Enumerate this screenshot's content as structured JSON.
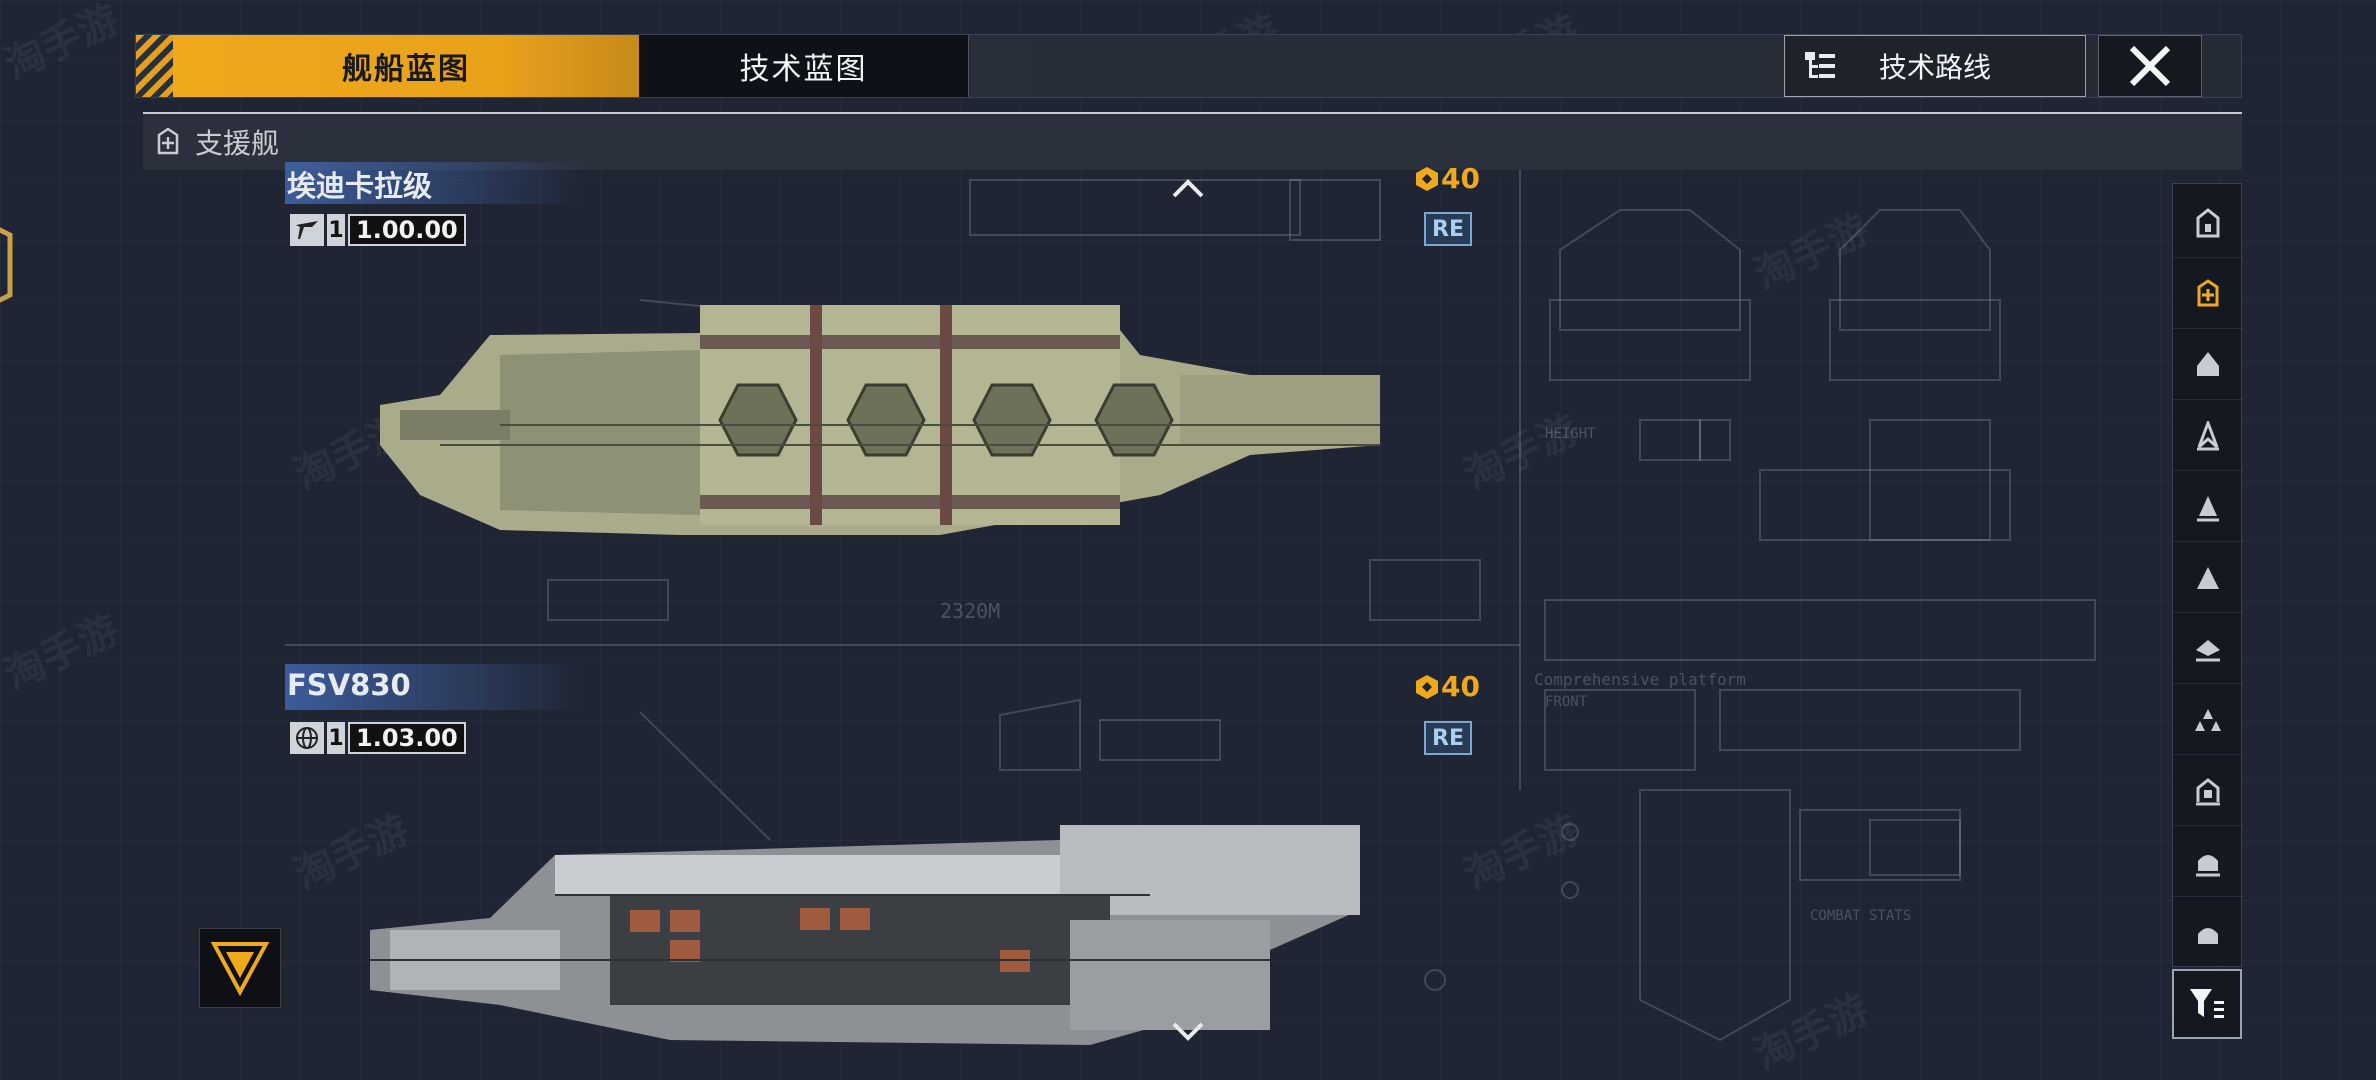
{
  "tabs": {
    "ship_blueprint": "舰船蓝图",
    "tech_blueprint": "技术蓝图"
  },
  "actions": {
    "tech_route": "技术路线"
  },
  "category": {
    "label": "支援舰"
  },
  "ships": [
    {
      "name": "埃迪卡拉级",
      "level": "1",
      "value": "1.00.00",
      "cost": "40",
      "badge": "RE"
    },
    {
      "name": "FSV830",
      "level": "1",
      "value": "1.03.00",
      "cost": "40",
      "badge": "RE"
    }
  ],
  "blueprint_labels": {
    "length": "2320M",
    "platform": "Comprehensive platform",
    "height": "HEIGHT",
    "front": "FRONT",
    "combat": "COMBAT STATS"
  },
  "watermark": "淘手游",
  "icons": {
    "route": "tree-list-icon",
    "close": "close-icon",
    "category": "support-ship-icon",
    "filter": "filter-icon",
    "scroll_up": "chevron-up-icon",
    "scroll_down": "chevron-down-icon"
  },
  "colors": {
    "accent": "#f0a81c",
    "badge": "#7aa8d0",
    "name_bar": "#466ebe"
  }
}
